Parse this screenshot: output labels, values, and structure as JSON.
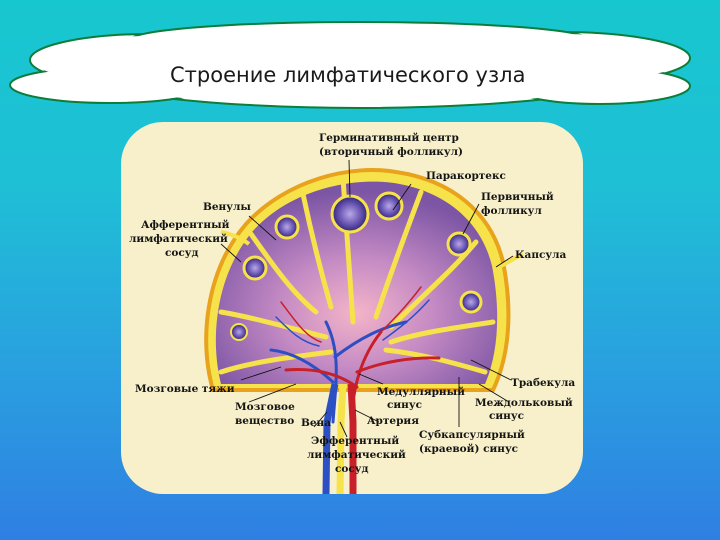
{
  "slide": {
    "title": "Строение лимфатического узла"
  },
  "diagram": {
    "labels": {
      "germinal_center_1": "Герминативный центр",
      "germinal_center_2": "(вторичный фолликул)",
      "paracortex": "Паракортекс",
      "venules": "Венулы",
      "primary_follicle_1": "Первичный",
      "primary_follicle_2": "фолликул",
      "afferent_1": "Афферентный",
      "afferent_2": "лимфатический",
      "afferent_3": "сосуд",
      "capsule": "Капсула",
      "medullary_cords": "Мозговые тяжи",
      "trabecula": "Трабекула",
      "medulla_1": "Мозговое",
      "medulla_2": "вещество",
      "medullary_sinus_1": "Медуллярный",
      "medullary_sinus_2": "синус",
      "interlobular_sinus_1": "Междольковый",
      "interlobular_sinus_2": "синус",
      "vein": "Вена",
      "artery": "Артерия",
      "subcapsular_sinus_1": "Субкапсулярный",
      "subcapsular_sinus_2": "(краевой) синус",
      "efferent_1": "Эфферентный",
      "efferent_2": "лимфатический",
      "efferent_3": "сосуд"
    },
    "colors": {
      "capsule": "#e8a21c",
      "sinus": "#f6e24a",
      "cortex": "#8a5fa8",
      "follicle": "#3f2f8f",
      "vein": "#2d4fc4",
      "artery": "#c8202a",
      "background": "#f7f0cb"
    }
  }
}
